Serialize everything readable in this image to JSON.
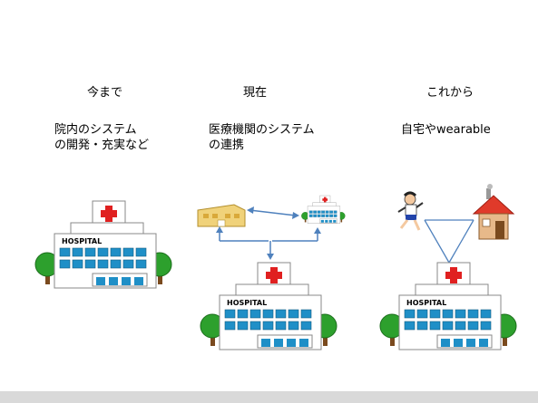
{
  "columns": [
    {
      "title": "今まで",
      "description": "院内のシステム\nの開発・充実など"
    },
    {
      "title": "現在",
      "description": "医療機関のシステム\nの連携"
    },
    {
      "title": "これから",
      "description": "自宅やwearable"
    }
  ],
  "hospital_sign": "HOSPITAL",
  "colors": {
    "window_blue": "#1f8fc7",
    "cross_red": "#e02020",
    "tree_green": "#2da02d",
    "arrow_blue": "#4f81bd",
    "house_red": "#e03a2a",
    "clinic_building": "#f0d27a"
  }
}
